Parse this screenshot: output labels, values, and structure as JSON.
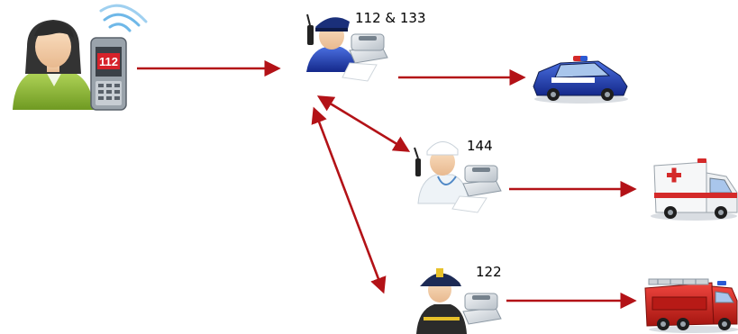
{
  "caller": {
    "icon": "woman-with-mobile-phone-icon",
    "phone_screen_text": "112"
  },
  "dispatchers": [
    {
      "id": "police-dispatcher",
      "label": "112 & 133",
      "icon": "police-operator-with-telephone-icon"
    },
    {
      "id": "medical-dispatcher",
      "label": "144",
      "icon": "doctor-operator-with-telephone-icon"
    },
    {
      "id": "fire-dispatcher",
      "label": "122",
      "icon": "firefighter-operator-with-telephone-icon"
    }
  ],
  "vehicles": [
    {
      "id": "police-car",
      "icon": "police-car-icon"
    },
    {
      "id": "ambulance",
      "icon": "ambulance-icon"
    },
    {
      "id": "fire-truck",
      "icon": "fire-truck-icon"
    }
  ],
  "colors": {
    "arrow": "#b31217",
    "police_blue": "#1f3fa8",
    "ambulance_red": "#d42a2a",
    "fire_red": "#d0201c",
    "caller_shirt": "#8fb83a"
  }
}
